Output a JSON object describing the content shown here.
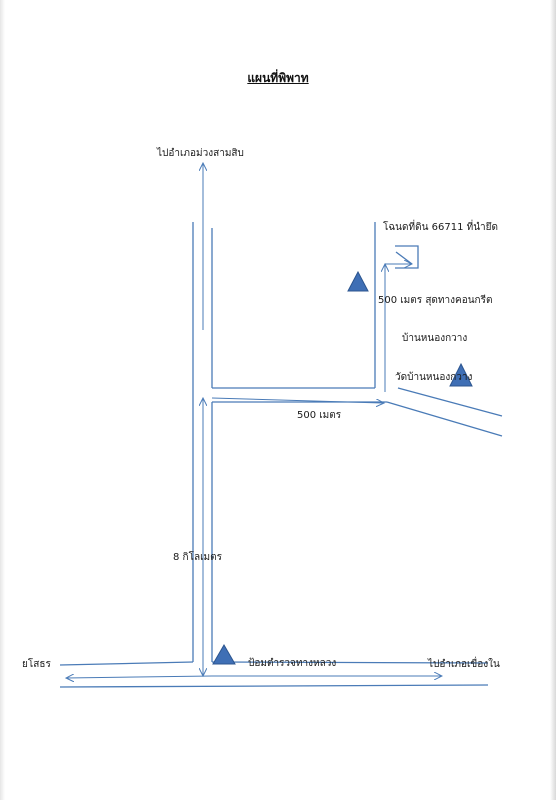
{
  "document": {
    "title": "แผนที่พิพาท",
    "labels": {
      "north_destination": "ไปอำเภอม่วงสามสิบ",
      "land_deed": "โฉนดที่ดิน 66711 ที่นำยึด",
      "dirt_road": "500 เมตร สุดทางคอนกรีต",
      "village": "บ้านหนองกวาง",
      "temple": "วัดบ้านหนองกวาง",
      "distance_500m": "500  เมตร",
      "distance_8km": "8 กิโลเมตร",
      "yasothon": "ยโสธร",
      "police_post": "ป้อมตำรวจทางหลวง",
      "east_destination": "ไปอำเภอเขื่องใน"
    }
  }
}
